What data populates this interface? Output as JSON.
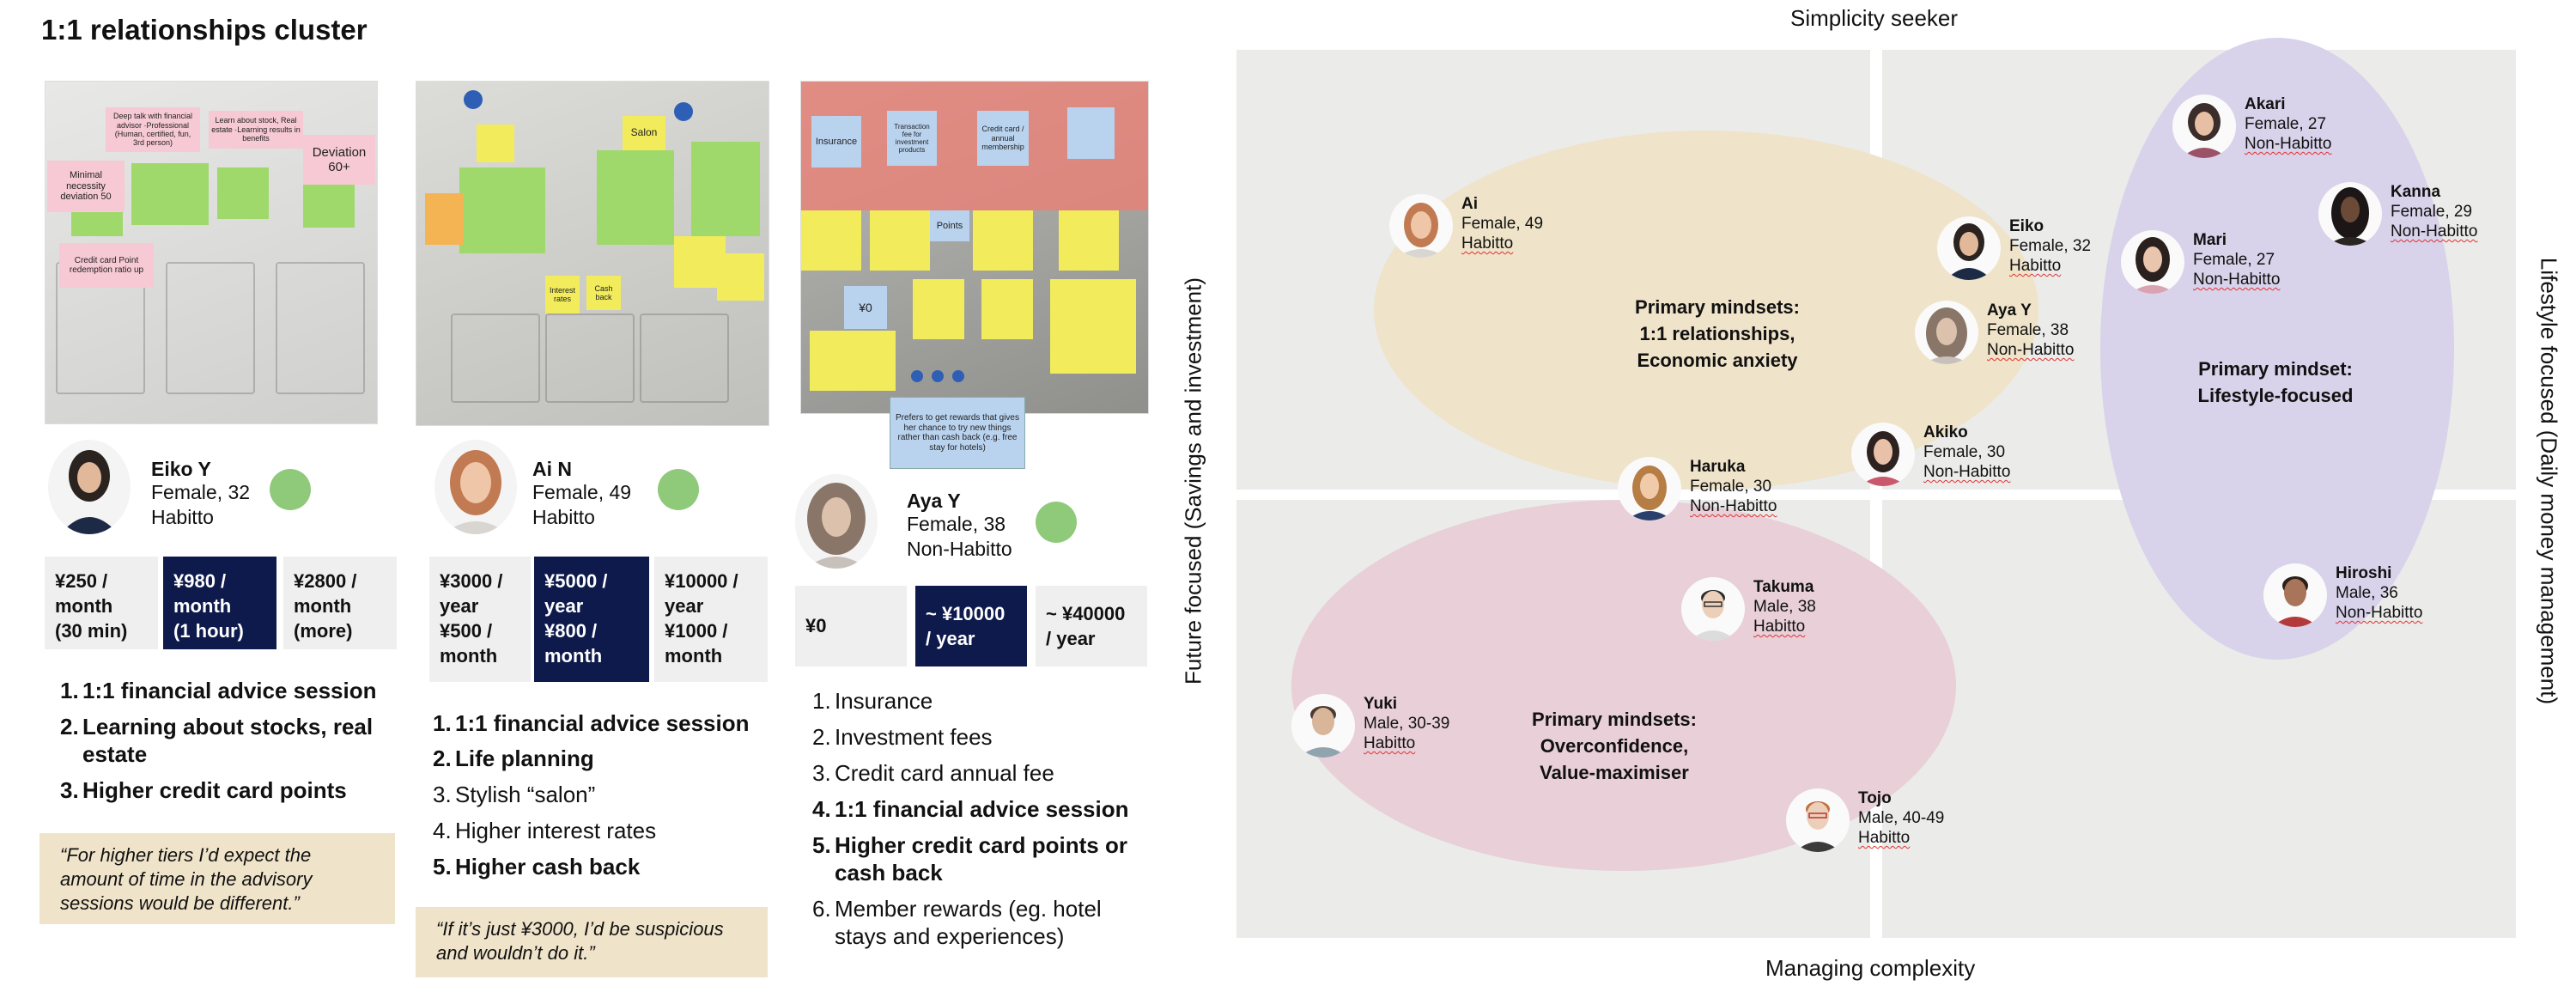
{
  "title": "1:1 relationships cluster",
  "photo1": {
    "notes": [
      "Deep talk with financial advisor ·Professional (Human, certified, fun, 3rd person)",
      "Learn about stock, Real estate ·Learning results in benefits",
      "Deviation 60+",
      "Minimal necessity deviation 50",
      "Credit card Point redemption ratio up"
    ]
  },
  "photo2": {
    "notes": [
      "Salon",
      "Interest rates",
      "Cash back"
    ]
  },
  "photo3": {
    "notes": [
      "Insurance",
      "Transaction fee for investment products",
      "Credit card / annual membership",
      "Points",
      "¥0",
      "Prefers to get rewards that gives her chance to try new things rather than cash back (e.g. free stay for hotels)"
    ]
  },
  "profiles": [
    {
      "name": "Eiko Y",
      "line1": "Female, 32",
      "line2": "Habitto",
      "tiers": [
        "¥250 /\nmonth\n(30 min)",
        "¥980 /\nmonth\n(1 hour)",
        "¥2800 /\nmonth\n(more)"
      ],
      "selected": 1,
      "items": [
        {
          "n": "1.",
          "t": "1:1 financial advice session",
          "bold": true
        },
        {
          "n": "2.",
          "t": "Learning about stocks, real estate",
          "bold": true
        },
        {
          "n": "3.",
          "t": "Higher credit card points",
          "bold": true
        }
      ],
      "quote": "“For higher tiers I’d expect the amount of time in the advisory sessions would be different.”"
    },
    {
      "name": "Ai N",
      "line1": "Female, 49",
      "line2": "Habitto",
      "tiers": [
        "¥3000 /\nyear\n¥500 /\nmonth",
        "¥5000 /\nyear\n¥800 /\nmonth",
        "¥10000 /\nyear\n¥1000 /\nmonth"
      ],
      "selected": 1,
      "items": [
        {
          "n": "1.",
          "t": "1:1 financial advice session",
          "bold": true
        },
        {
          "n": "2.",
          "t": "Life planning",
          "bold": true
        },
        {
          "n": "3.",
          "t": "Stylish “salon”",
          "bold": false
        },
        {
          "n": "4.",
          "t": "Higher interest rates",
          "bold": false
        },
        {
          "n": "5.",
          "t": "Higher cash back",
          "bold": true
        }
      ],
      "quote": "“If it’s just ¥3000, I’d be suspicious and wouldn’t do it.”"
    },
    {
      "name": "Aya Y",
      "line1": "Female, 38",
      "line2": "Non-Habitto",
      "tiers": [
        "¥0",
        "~ ¥10000\n/ year",
        "~ ¥40000\n/ year"
      ],
      "selected": 1,
      "items": [
        {
          "n": "1.",
          "t": "Insurance",
          "bold": false
        },
        {
          "n": "2.",
          "t": "Investment fees",
          "bold": false
        },
        {
          "n": "3.",
          "t": "Credit card annual fee",
          "bold": false
        },
        {
          "n": "4.",
          "t": "1:1 financial advice session",
          "bold": true
        },
        {
          "n": "5.",
          "t": "Higher credit card points or cash back",
          "bold": true
        },
        {
          "n": "6.",
          "t": "Member rewards (eg. hotel stays and experiences)",
          "bold": false
        }
      ]
    }
  ],
  "diagram": {
    "top_label": "Simplicity seeker",
    "bottom_label": "Managing complexity",
    "left_label": "Future focused (Savings and investment)",
    "right_label": "Lifestyle focused (Daily money management)",
    "clusters": [
      {
        "text": "Primary mindsets:\n1:1 relationships,\nEconomic anxiety",
        "color": "#efe3c9"
      },
      {
        "text": "Primary mindset:\nLifestyle-focused",
        "color": "#d8d2ea"
      },
      {
        "text": "Primary mindsets:\nOverconfidence,\nValue-maximiser",
        "color": "#e8cfd8"
      }
    ],
    "people": [
      {
        "name": "Ai",
        "l1": "Female, 49",
        "l2": "Habitto"
      },
      {
        "name": "Eiko",
        "l1": "Female, 32",
        "l2": "Habitto"
      },
      {
        "name": "Aya Y",
        "l1": "Female, 38",
        "l2": "Non-Habitto"
      },
      {
        "name": "Akiko",
        "l1": "Female, 30",
        "l2": "Non-Habitto"
      },
      {
        "name": "Haruka",
        "l1": "Female, 30",
        "l2": "Non-Habitto"
      },
      {
        "name": "Akari",
        "l1": "Female, 27",
        "l2": "Non-Habitto"
      },
      {
        "name": "Kanna",
        "l1": "Female, 29",
        "l2": "Non-Habitto"
      },
      {
        "name": "Mari",
        "l1": "Female, 27",
        "l2": "Non-Habitto"
      },
      {
        "name": "Hiroshi",
        "l1": "Male, 36",
        "l2": "Non-Habitto"
      },
      {
        "name": "Takuma",
        "l1": "Male, 38",
        "l2": "Habitto"
      },
      {
        "name": "Yuki",
        "l1": "Male, 30-39",
        "l2": "Habitto"
      },
      {
        "name": "Tojo",
        "l1": "Male, 40-49",
        "l2": "Habitto"
      }
    ]
  }
}
